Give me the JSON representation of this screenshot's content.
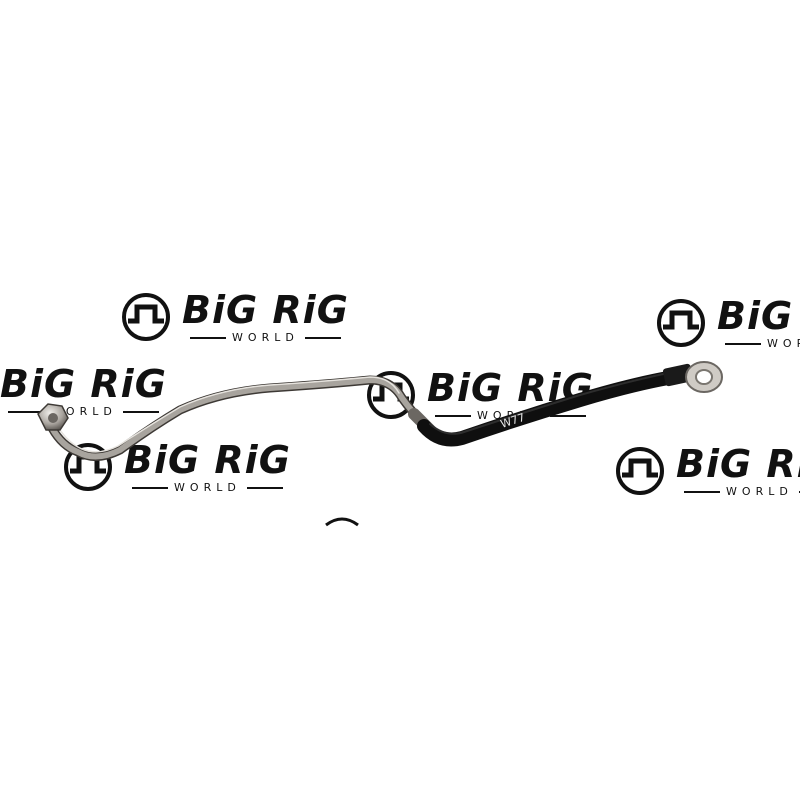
{
  "watermark": {
    "brand": "BiG RiG",
    "sub": "WORLD",
    "logo_icon": "big-rig-world-logo-icon",
    "color": "#111111"
  },
  "part": {
    "marking": "W77",
    "tube_color": "#9a9690",
    "hose_color": "#121212",
    "nut_color": "#b8b4ae"
  }
}
